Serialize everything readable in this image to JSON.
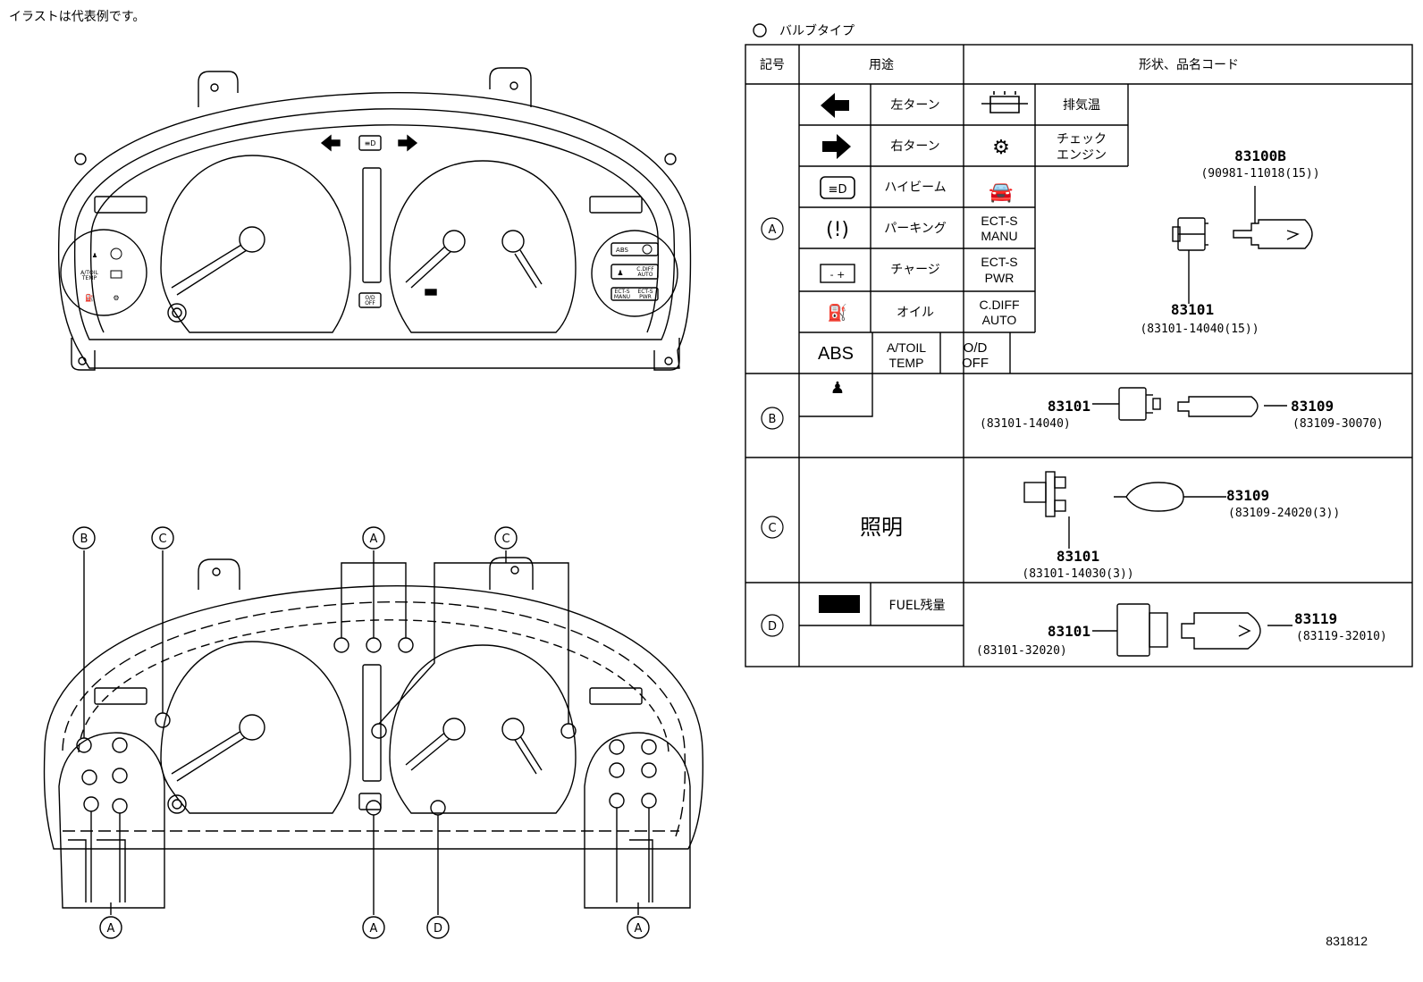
{
  "header_note": "イラストは代表例です。",
  "figure_number": "831812",
  "table": {
    "title_symbol": "○",
    "title": "バルブタイプ",
    "headers": {
      "symbol": "記号",
      "usage": "用途",
      "shape": "形状、品名コード"
    },
    "rows": {
      "A": {
        "label": "A",
        "usages": [
          "左ターン",
          "右ターン",
          "ハイビーム",
          "パーキング",
          "チャージ",
          "オイル"
        ],
        "text_cells": [
          "ABS",
          "A/TOIL\nTEMP",
          "O/D\nOFF",
          "ECT-S\nMANU",
          "ECT-S\nPWR",
          "C.DIFF\nAUTO"
        ],
        "extra_usages": [
          "排気温",
          "チェック\nエンジン"
        ],
        "bulb_part": "83100B",
        "bulb_code": "(90981-11018(15))",
        "socket_part": "83101",
        "socket_code": "(83101-14040(15))"
      },
      "B": {
        "label": "B",
        "socket_part": "83101",
        "socket_code": "(83101-14040)",
        "bulb_part": "83109",
        "bulb_code": "(83109-30070)"
      },
      "C": {
        "label": "C",
        "usage": "照明",
        "bulb_part": "83109",
        "bulb_code": "(83109-24020(3))",
        "socket_part": "83101",
        "socket_code": "(83101-14030(3))"
      },
      "D": {
        "label": "D",
        "usage": "FUEL残量",
        "socket_part": "83101",
        "socket_code": "(83101-32020)",
        "bulb_part": "83119",
        "bulb_code": "(83119-32010)"
      }
    }
  },
  "top_cluster": {
    "lamp_labels": {
      "od_off": "O/D\nOFF",
      "atoil": "A/TOIL\nTEMP",
      "abs": "ABS",
      "cdiff": "C.DIFF\nAUTO",
      "ects_manu": "ECT-S\nMANU",
      "ects_pwr": "ECT-S\nPWR"
    }
  },
  "callouts_top": [
    "B",
    "C",
    "A",
    "C"
  ],
  "callouts_bottom": [
    "A",
    "A",
    "D",
    "A"
  ]
}
